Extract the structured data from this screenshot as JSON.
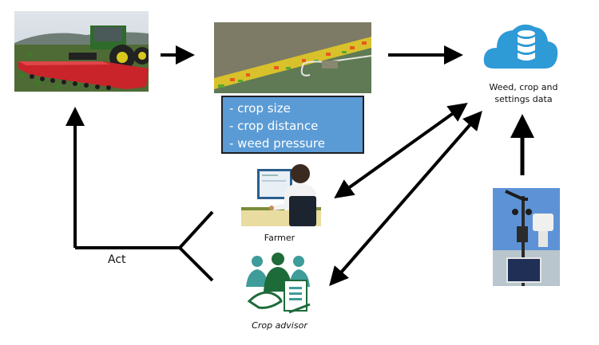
{
  "diagram": {
    "title": "",
    "nodes": {
      "tractor": {
        "label": "",
        "image": "tractor-with-weeder-photo"
      },
      "satellite": {
        "label": "",
        "image": "aerial-field-heatmap-photo"
      },
      "info_box": {
        "items": [
          "- crop size",
          "- crop distance",
          "- weed pressure"
        ],
        "color": "#5b9bd5"
      },
      "cloud": {
        "label_line1": "Weed, crop and",
        "label_line2": "settings data",
        "icon": "cloud-database-icon",
        "color": "#2e9ad6"
      },
      "farmer": {
        "label": "Farmer",
        "icon": "farmer-at-computer-icon"
      },
      "advisor": {
        "label": "Crop advisor",
        "icon": "crop-advisor-icon"
      },
      "weather_station": {
        "label": "",
        "image": "weather-station-photo"
      },
      "act": {
        "label": "Act"
      }
    },
    "edges": [
      {
        "from": "tractor",
        "to": "satellite",
        "type": "arrow"
      },
      {
        "from": "satellite",
        "to": "cloud",
        "type": "arrow"
      },
      {
        "from": "cloud",
        "to": "farmer",
        "type": "double-arrow"
      },
      {
        "from": "cloud",
        "to": "advisor",
        "type": "double-arrow"
      },
      {
        "from": "weather_station",
        "to": "cloud",
        "type": "arrow"
      },
      {
        "from": "farmer",
        "to": "tractor",
        "type": "merge-arrow",
        "label": "Act"
      },
      {
        "from": "advisor",
        "to": "tractor",
        "type": "merge-arrow",
        "label": "Act"
      }
    ]
  }
}
